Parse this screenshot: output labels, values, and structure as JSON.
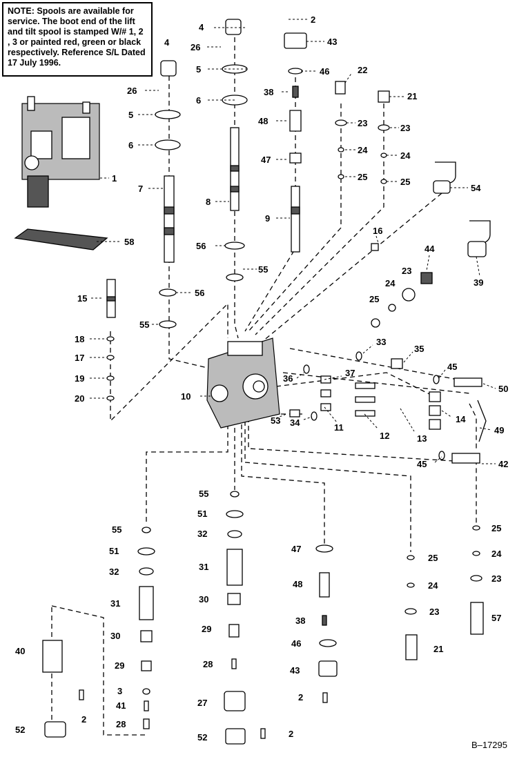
{
  "note": {
    "heading": "NOTE:",
    "text": "Spools are available for service. The boot end of the lift and tilt spool is stamped W/# 1, 2 , 3 or painted red, green or black respectively. Reference S/L Dated 17 July 1996."
  },
  "drawing_id": "B–17295",
  "callouts": [
    "1",
    "2",
    "3",
    "4",
    "5",
    "6",
    "7",
    "8",
    "9",
    "10",
    "11",
    "12",
    "13",
    "14",
    "15",
    "16",
    "17",
    "18",
    "19",
    "20",
    "21",
    "22",
    "23",
    "24",
    "25",
    "26",
    "27",
    "28",
    "29",
    "30",
    "31",
    "32",
    "33",
    "34",
    "35",
    "36",
    "37",
    "38",
    "39",
    "40",
    "41",
    "42",
    "43",
    "44",
    "45",
    "46",
    "47",
    "48",
    "49",
    "50",
    "51",
    "52",
    "53",
    "54",
    "55",
    "56",
    "57",
    "58"
  ]
}
